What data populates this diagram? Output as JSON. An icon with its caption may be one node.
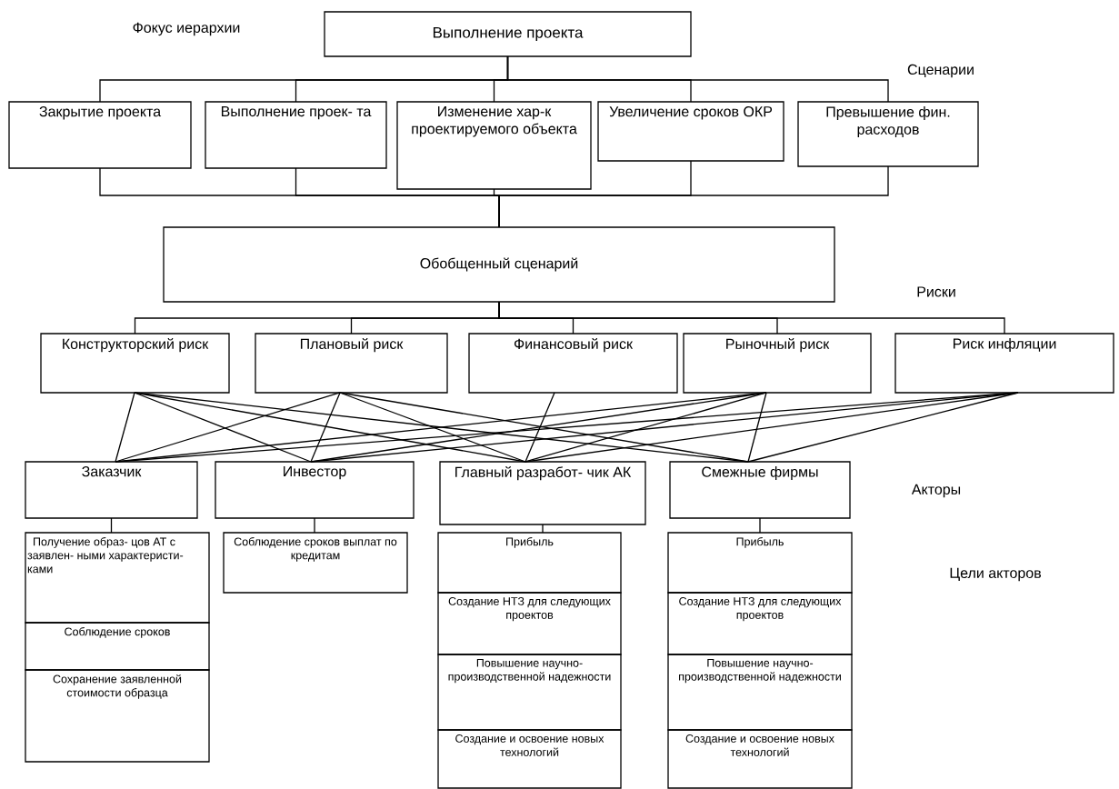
{
  "diagram": {
    "nodes": [
      {
        "text": [
          "Выполнение проекта"
        ]
      },
      {
        "text": [
          "Закрытие проекта"
        ]
      },
      {
        "text": [
          "Выполнение проек- та"
        ]
      },
      {
        "text": [
          "Изменение хар-к проектируемого объекта"
        ]
      },
      {
        "text": [
          "Увеличение сроков ОКР"
        ]
      },
      {
        "text": [
          "Превышение фин. расходов"
        ]
      },
      {
        "text": [
          "Обобщенный сценарий"
        ]
      },
      {
        "text": [
          "Конструкторский риск"
        ]
      },
      {
        "text": [
          "Плановый риск"
        ]
      },
      {
        "text": [
          "Финансовый риск"
        ]
      },
      {
        "text": [
          "Рыночный риск"
        ]
      },
      {
        "text": [
          "Риск инфляции"
        ]
      },
      {
        "text": [
          "Заказчик"
        ]
      },
      {
        "text": [
          "Инвестор"
        ]
      },
      {
        "text": [
          "Главный разработ- чик АК"
        ]
      },
      {
        "text": [
          "Смежные фирмы"
        ]
      },
      {
        "text": [
          "Получение образ- цов АТ с заявлен- ными характеристи- ками"
        ]
      },
      {
        "text": [
          "Соблюдение сроков"
        ]
      },
      {
        "text": [
          "Сохранение заявленной стоимости образца"
        ]
      },
      {
        "text": [
          "Соблюдение сроков выплат по кредитам"
        ]
      },
      {
        "text": [
          "Прибыль"
        ]
      },
      {
        "text": [
          "Создание НТЗ для следующих проектов"
        ]
      },
      {
        "text": [
          "Повышение научно- производственной надежности"
        ]
      },
      {
        "text": [
          "Создание и освоение новых технологий"
        ]
      },
      {
        "text": [
          "Прибыль"
        ]
      },
      {
        "text": [
          "Создание НТЗ для следующих проектов"
        ]
      },
      {
        "text": [
          "Повышение научно- производственной надежности"
        ]
      },
      {
        "text": [
          "Создание и освоение новых технологий"
        ]
      }
    ],
    "edges": [
      {
        "from": 0,
        "to": 1,
        "arrow": "none"
      },
      {
        "from": 0,
        "to": 2,
        "arrow": "none"
      },
      {
        "from": 0,
        "to": 3,
        "arrow": "none"
      },
      {
        "from": 0,
        "to": 4,
        "arrow": "none"
      },
      {
        "from": 0,
        "to": 5,
        "arrow": "none"
      },
      {
        "from": 1,
        "to": 6,
        "arrow": "none"
      },
      {
        "from": 2,
        "to": 6,
        "arrow": "none"
      },
      {
        "from": 3,
        "to": 6,
        "arrow": "none"
      },
      {
        "from": 4,
        "to": 6,
        "arrow": "none"
      },
      {
        "from": 5,
        "to": 6,
        "arrow": "none"
      },
      {
        "from": 6,
        "to": 7,
        "arrow": "none"
      },
      {
        "from": 6,
        "to": 8,
        "arrow": "none"
      },
      {
        "from": 6,
        "to": 9,
        "arrow": "none"
      },
      {
        "from": 6,
        "to": 10,
        "arrow": "none"
      },
      {
        "from": 6,
        "to": 11,
        "arrow": "none"
      },
      {
        "from": 7,
        "to": 12,
        "arrow": "none"
      },
      {
        "from": 7,
        "to": 13,
        "arrow": "none"
      },
      {
        "from": 7,
        "to": 14,
        "arrow": "none"
      },
      {
        "from": 7,
        "to": 15,
        "arrow": "none"
      },
      {
        "from": 8,
        "to": 12,
        "arrow": "none"
      },
      {
        "from": 8,
        "to": 13,
        "arrow": "none"
      },
      {
        "from": 8,
        "to": 14,
        "arrow": "none"
      },
      {
        "from": 8,
        "to": 15,
        "arrow": "none"
      },
      {
        "from": 9,
        "to": 14,
        "arrow": "none"
      },
      {
        "from": 10,
        "to": 12,
        "arrow": "none"
      },
      {
        "from": 10,
        "to": 13,
        "arrow": "none"
      },
      {
        "from": 10,
        "to": 14,
        "arrow": "none"
      },
      {
        "from": 10,
        "to": 15,
        "arrow": "none"
      },
      {
        "from": 11,
        "to": 12,
        "arrow": "none"
      },
      {
        "from": 11,
        "to": 13,
        "arrow": "none"
      },
      {
        "from": 11,
        "to": 14,
        "arrow": "none"
      },
      {
        "from": 11,
        "to": 15,
        "arrow": "none"
      },
      {
        "from": 12,
        "to": 16,
        "arrow": "none"
      },
      {
        "from": 13,
        "to": 19,
        "arrow": "none"
      },
      {
        "from": 14,
        "to": 20,
        "arrow": "none"
      },
      {
        "from": 15,
        "to": 24,
        "arrow": "none"
      }
    ],
    "labels": [
      "Фокус иерархии",
      "Сценарии",
      "Риски",
      "Акторы",
      "Цели акторов"
    ]
  }
}
